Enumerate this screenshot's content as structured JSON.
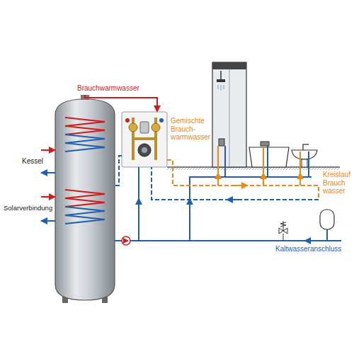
{
  "diagram": {
    "labels": [
      "Brauchwarmwasser",
      "Gemischte Brauch- warmwasser",
      "Kessel",
      "Solarverbindung",
      "Kreislauf Brauch wasser",
      "Kaltwasseranschluss"
    ]
  }
}
